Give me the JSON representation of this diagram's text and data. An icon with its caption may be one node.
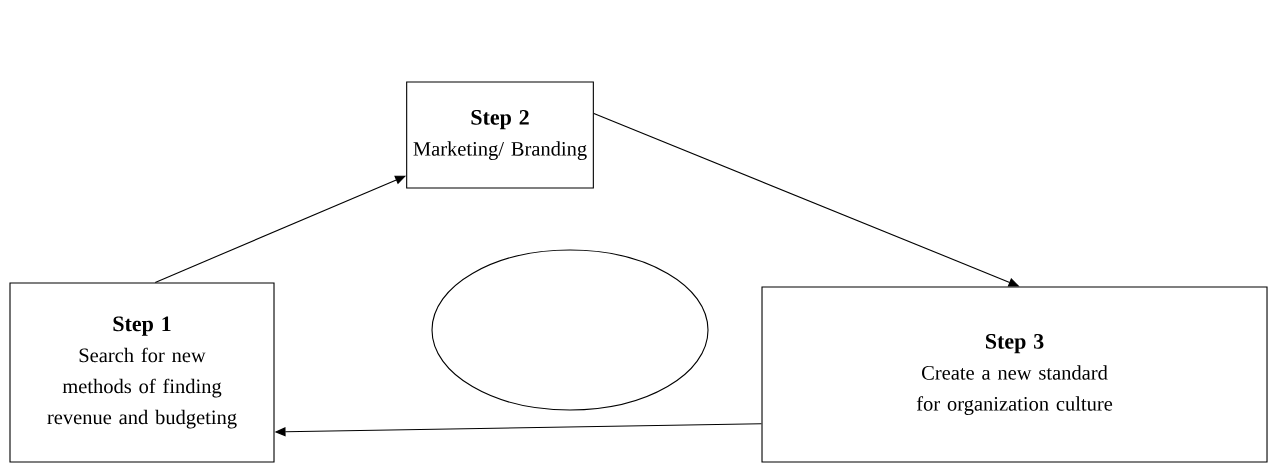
{
  "diagram": {
    "nodes": [
      {
        "text": [
          "Step 2",
          "Marketing/ Branding"
        ]
      },
      {
        "text": [],
        "shape": "ellipse"
      },
      {
        "text": [
          "Step 1",
          "Search for new methods of finding revenue and budgeting"
        ]
      },
      {
        "text": [
          "Step 3",
          "Create a new standard for organization culture"
        ]
      }
    ],
    "edges": [
      {
        "from": 2,
        "to": 0,
        "arrow": "to"
      },
      {
        "from": 0,
        "to": 3,
        "arrow": "to"
      },
      {
        "from": 3,
        "to": 2,
        "arrow": "to"
      }
    ]
  }
}
